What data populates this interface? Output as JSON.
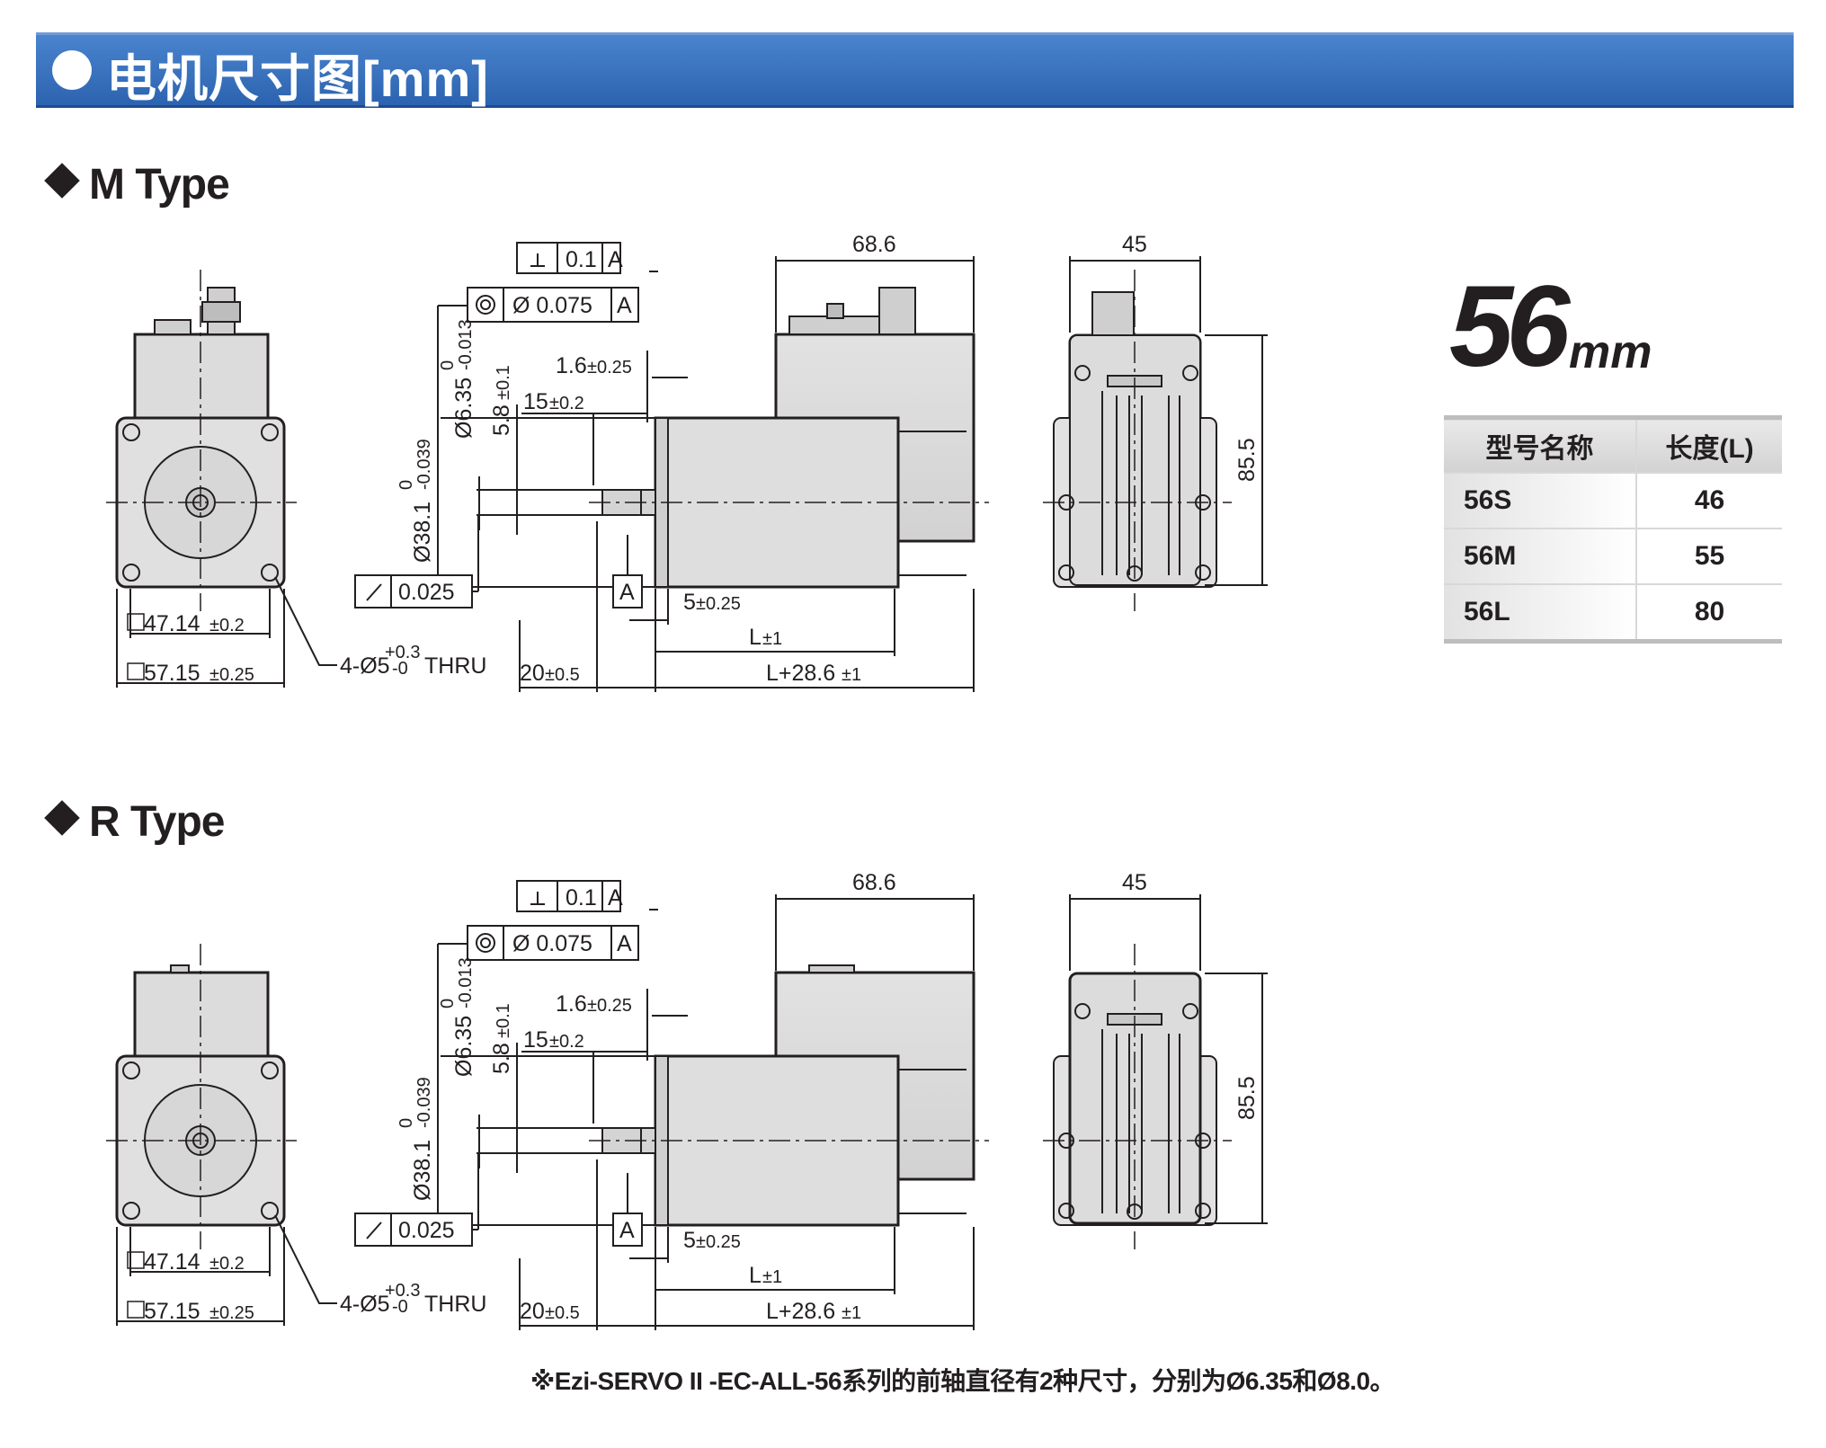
{
  "banner": {
    "title": "电机尺寸图[mm]"
  },
  "sections": [
    {
      "title": "M Type"
    },
    {
      "title": "R Type"
    }
  ],
  "size_label": {
    "value": "56",
    "unit": "mm"
  },
  "spec_table": {
    "headers": [
      "型号名称",
      "长度(L)"
    ],
    "rows": [
      {
        "model": "56S",
        "length": "46"
      },
      {
        "model": "56M",
        "length": "55"
      },
      {
        "model": "56L",
        "length": "80"
      }
    ]
  },
  "dimensions": {
    "perp": "0.1",
    "datum": "A",
    "concentricity": "Ø 0.075",
    "runout": "0.025",
    "sq_inner": "47.14",
    "sq_inner_tol": "±0.2",
    "sq_outer": "57.15",
    "sq_outer_tol": "±0.25",
    "holes": "4-Ø5",
    "holes_tol_upper": "+0.3",
    "holes_tol_lower": "-0",
    "thru": "THRU",
    "shaft_dia": "Ø6.35",
    "shaft_tol_upper": "0",
    "shaft_tol_lower": "-0.013",
    "pilot_dia": "Ø38.1",
    "pilot_tol_upper": "0",
    "pilot_tol_lower": "-0.039",
    "flat": "5.8",
    "flat_tol": "±0.1",
    "d_1_6": "1.6",
    "d_1_6_tol": "±0.25",
    "d_15": "15",
    "d_15_tol": "±0.2",
    "d_5": "5",
    "d_5_tol": "±0.25",
    "d_l": "L",
    "d_l_tol": "±1",
    "d_total": "L+28.6",
    "d_total_tol": "±1",
    "d_20": "20",
    "d_20_tol": "±0.5",
    "d_68_6": "68.6",
    "d_45": "45",
    "d_85_5": "85.5"
  },
  "note": "※Ezi-SERVO II -EC-ALL-56系列的前轴直径有2种尺寸，分别为Ø6.35和Ø8.0。"
}
